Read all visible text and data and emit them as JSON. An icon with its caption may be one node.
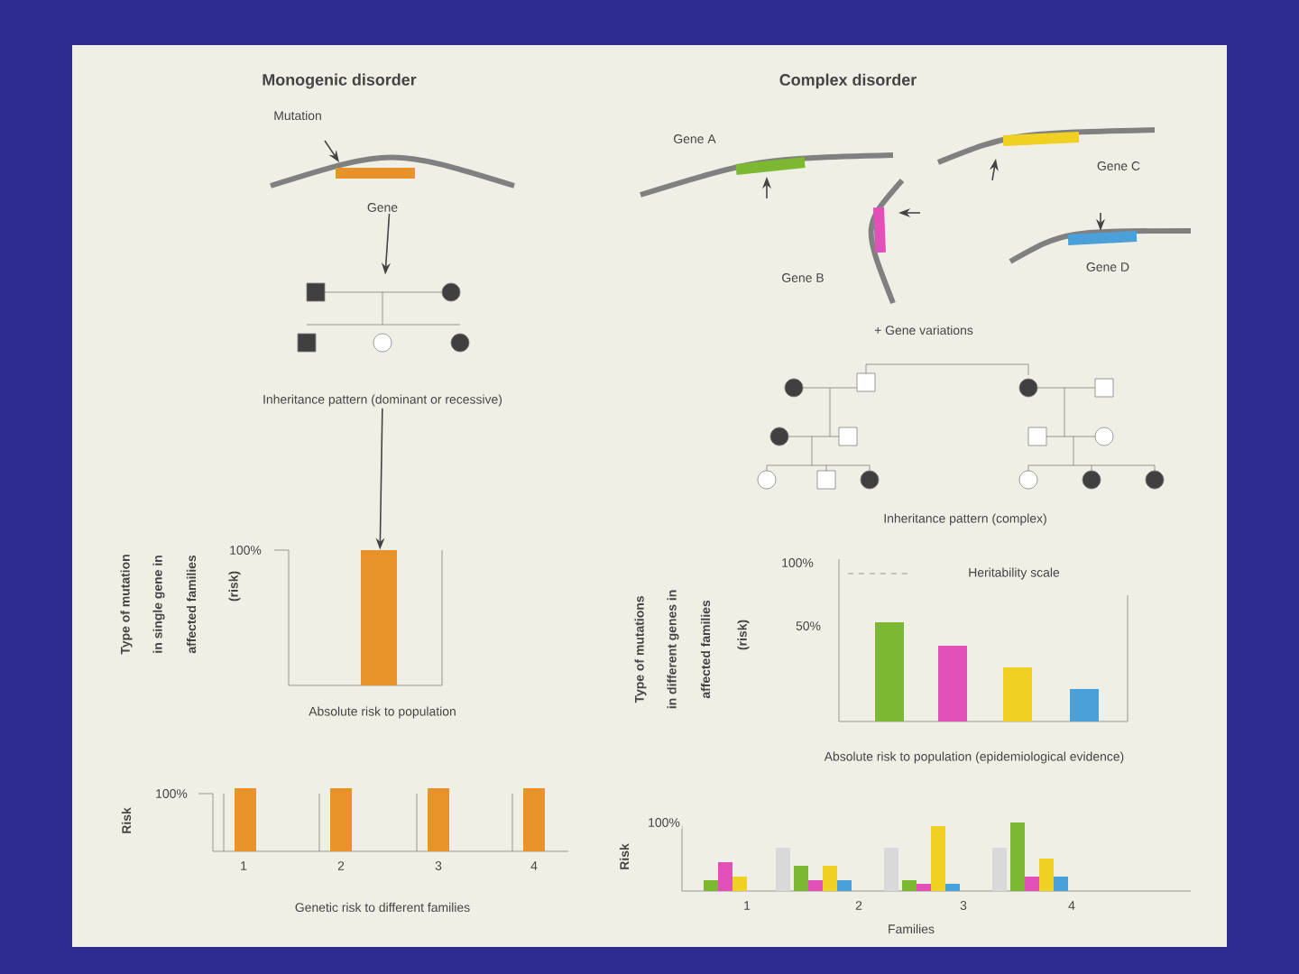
{
  "diagram": {
    "nodes": [
      {
        "text": [],
        "shape": "picture"
      },
      {
        "text": [],
        "shape": "picture"
      },
      {
        "text": [
          "Inheritance pattern (dominant or recessive)"
        ]
      },
      {
        "text": [],
        "shape": "bar"
      }
    ],
    "edges": [
      {
        "from": 0,
        "to": 1,
        "arrow": "to"
      },
      {
        "from": 2,
        "to": 3,
        "arrow": "to"
      }
    ],
    "labels": [
      "Monogenic disorder",
      "Complex disorder",
      "Mutation",
      "Gene",
      "Gene A",
      "Gene C",
      "Gene B",
      "Gene D",
      "+ Gene variations",
      "Inheritance pattern (complex)",
      "Type of mutation",
      "in single gene in",
      "affected families",
      "(risk)",
      "100%",
      "Absolute risk to population",
      "Risk",
      "100%",
      "1",
      "2",
      "3",
      "4",
      "Genetic risk to different families",
      "Type of mutations",
      "in different genes in",
      "affected families",
      "(risk)",
      "100%",
      "Heritability scale",
      "50%",
      "Absolute risk to population (epidemiological evidence)",
      "Risk",
      "100%",
      "1",
      "2",
      "3",
      "4",
      "Families"
    ]
  }
}
